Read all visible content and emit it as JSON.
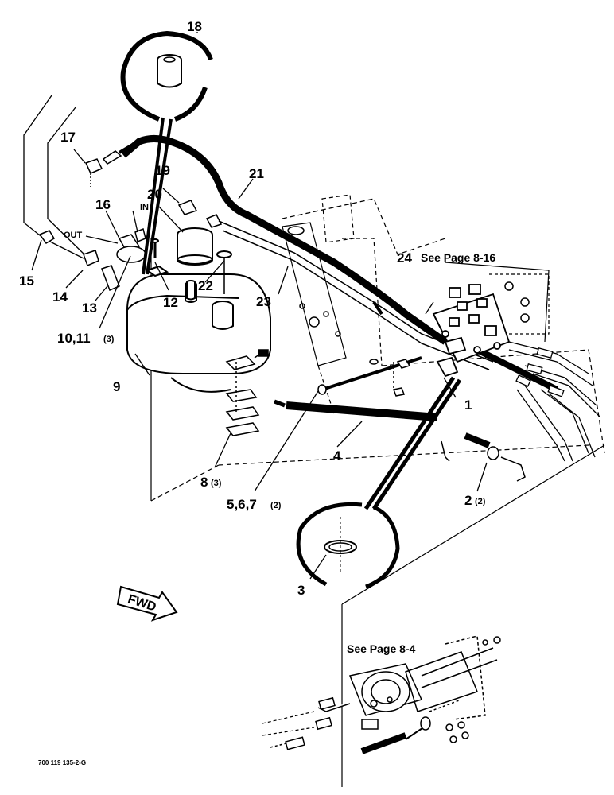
{
  "callouts": {
    "c1": "1",
    "c2": "2",
    "c2_qty": "(2)",
    "c3": "3",
    "c4": "4",
    "c5": "5,6,7",
    "c5_qty": "(2)",
    "c8": "8",
    "c8_qty": "(3)",
    "c9": "9",
    "c10": "10,11",
    "c10_qty": "(3)",
    "c12": "12",
    "c13": "13",
    "c14": "14",
    "c15": "15",
    "c16": "16",
    "c17": "17",
    "c18": "18",
    "c19": "19",
    "c20": "20",
    "c21": "21",
    "c22": "22",
    "c23": "23",
    "c24": "24"
  },
  "labels": {
    "see_page_816": "See Page 8-16",
    "see_page_84": "See Page 8-4",
    "out": "OUT",
    "in": "IN",
    "fwd": "FWD",
    "figure_number": "700 119 135-2-G"
  },
  "icons": {
    "fwd_arrow": "forward-direction-arrow-icon"
  }
}
